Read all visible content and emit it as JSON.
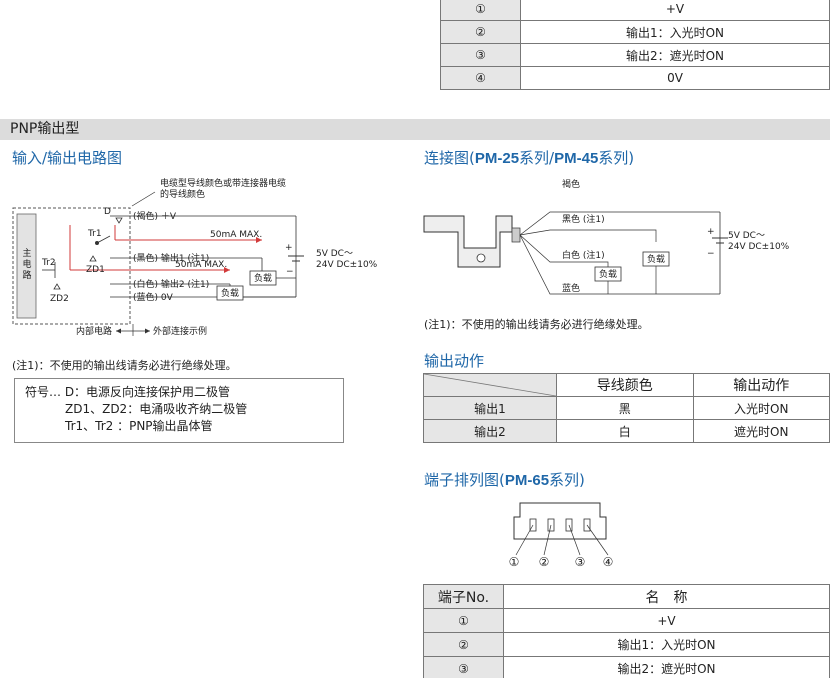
{
  "top_table": {
    "rows": [
      {
        "num": "①",
        "name": "+V"
      },
      {
        "num": "②",
        "name": "输出1：入光时ON"
      },
      {
        "num": "③",
        "name": "输出2：遮光时ON"
      },
      {
        "num": "④",
        "name": "0V"
      }
    ]
  },
  "section": {
    "title": "PNP输出型"
  },
  "io_circuit": {
    "heading": "输入/输出电路图",
    "cable_note_line1": "电缆型导线颜色或带连接器电缆",
    "cable_note_line2": "的导线颜色",
    "main_circuit": "主电路",
    "label_d": "D",
    "label_tr1": "Tr1",
    "label_tr2": "Tr2",
    "label_zd1": "ZD1",
    "label_zd2": "ZD2",
    "wire_brown": "(褐色) ＋V",
    "wire_black": "(黑色) 输出1 (注1)",
    "wire_white": "(白色) 输出2 (注1)",
    "wire_blue": "(蓝色) 0V",
    "max1": "50mA  MAX.",
    "max2": "50mA  MAX.",
    "load1": "负载",
    "load2": "负载",
    "supply_line1": "5V DC～",
    "supply_line2": "24V DC±10%",
    "internal": "内部电路",
    "external": "外部连接示例",
    "note": "(注1)：不使用的输出线请务必进行绝缘处理。"
  },
  "legend": {
    "row1": "符号… D：电源反向连接保护用二极管",
    "row2": "ZD1、ZD2：电涌吸收齐纳二极管",
    "row3": "Tr1、Tr2 ：PNP输出晶体管"
  },
  "connection": {
    "heading_pre": "连接图(",
    "heading_b1": "PM-25",
    "heading_mid": "系列/",
    "heading_b2": "PM-45",
    "heading_post": "系列)",
    "wire_brown": "褐色",
    "wire_black": "黑色 (注1)",
    "wire_white": "白色 (注1)",
    "wire_blue": "蓝色",
    "load1": "负载",
    "load2": "负载",
    "supply_line1": "5V DC～",
    "supply_line2": "24V DC±10%",
    "note": "(注1)：不使用的输出线请务必进行绝缘处理。"
  },
  "output_action": {
    "heading": "输出动作",
    "headers": [
      "",
      "导线颜色",
      "输出动作"
    ],
    "rows": [
      {
        "label": "输出1",
        "color": "黑",
        "action": "入光时ON"
      },
      {
        "label": "输出2",
        "color": "白",
        "action": "遮光时ON"
      }
    ]
  },
  "terminal": {
    "heading_pre": "端子排列图(",
    "heading_b": "PM-65",
    "heading_post": "系列)",
    "pins": [
      "①",
      "②",
      "③",
      "④"
    ]
  },
  "terminal_table": {
    "headers": [
      "端子No.",
      "名　称"
    ],
    "rows": [
      {
        "num": "①",
        "name": "+V"
      },
      {
        "num": "②",
        "name": "输出1：入光时ON"
      },
      {
        "num": "③",
        "name": "输出2：遮光时ON"
      }
    ]
  }
}
